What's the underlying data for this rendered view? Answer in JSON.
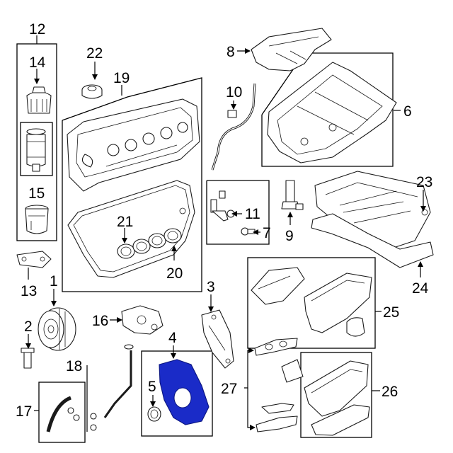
{
  "callouts": {
    "c1": "1",
    "c2": "2",
    "c3": "3",
    "c4": "4",
    "c5": "5",
    "c6": "6",
    "c7": "7",
    "c8": "8",
    "c9": "9",
    "c10": "10",
    "c11": "11",
    "c12": "12",
    "c13": "13",
    "c14": "14",
    "c15": "15",
    "c16": "16",
    "c17": "17",
    "c18": "18",
    "c19": "19",
    "c20": "20",
    "c21": "21",
    "c22": "22",
    "c23": "23",
    "c24": "24",
    "c25": "25",
    "c26": "26",
    "c27": "27"
  },
  "colors": {
    "highlight": "#1a2bc8",
    "line": "#000000",
    "background": "#ffffff"
  }
}
